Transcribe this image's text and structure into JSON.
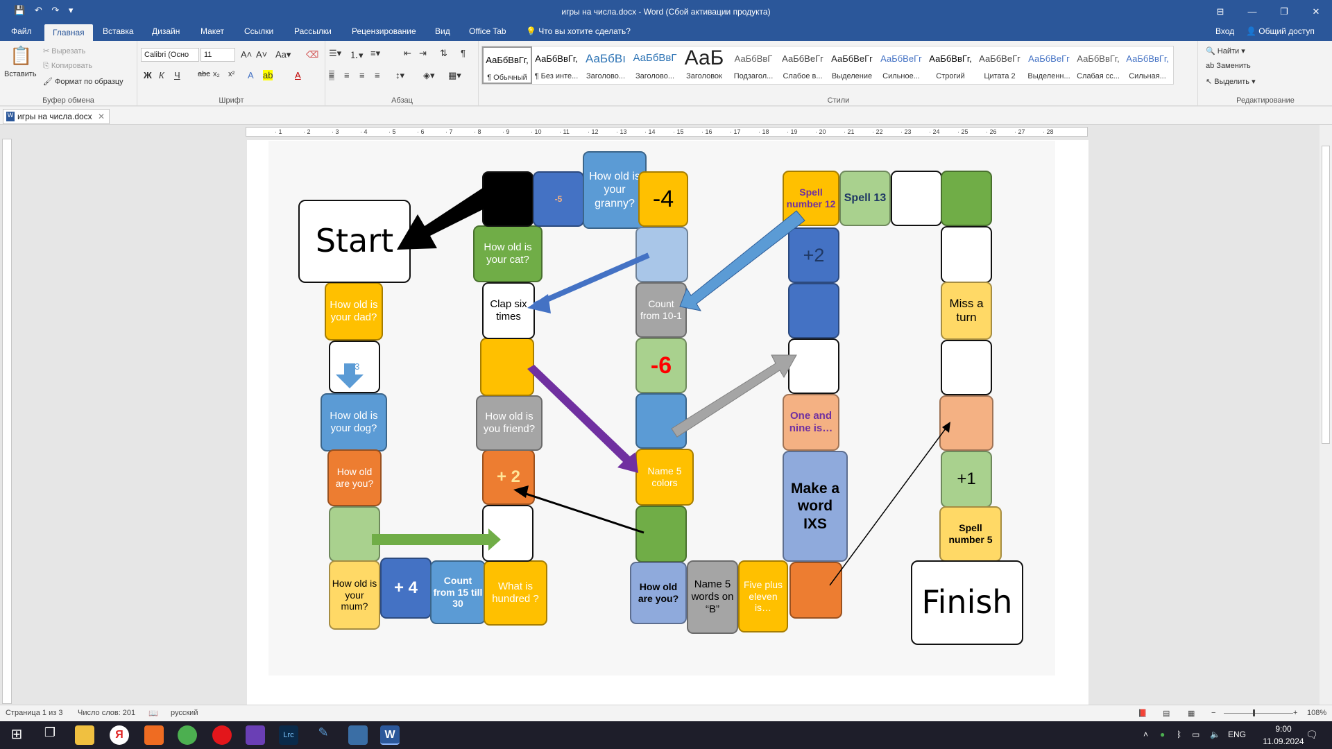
{
  "window": {
    "title": "игры на числа.docx - Word (Сбой активации продукта)",
    "controls": [
      "⊟",
      "—",
      "❐",
      "✕"
    ]
  },
  "ribbon_tabs": [
    "Файл",
    "Главная",
    "Вставка",
    "Дизайн",
    "Макет",
    "Ссылки",
    "Рассылки",
    "Рецензирование",
    "Вид",
    "Office Tab"
  ],
  "tell_me": "Что вы хотите сделать?",
  "signin": "Вход",
  "share": "Общий доступ",
  "clipboard": {
    "paste": "Вставить",
    "cut": "Вырезать",
    "copy": "Копировать",
    "format_painter": "Формат по образцу",
    "label": "Буфер обмена"
  },
  "font": {
    "name": "Calibri (Осно",
    "size": "11",
    "label": "Шрифт"
  },
  "paragraph_label": "Абзац",
  "styles": {
    "label": "Стили",
    "items": [
      {
        "preview": "АаБбВвГг,",
        "name": "¶ Обычный",
        "color": "#000000"
      },
      {
        "preview": "АаБбВвГг,",
        "name": "¶ Без инте...",
        "color": "#000000"
      },
      {
        "preview": "АаБбВı",
        "name": "Заголово...",
        "color": "#2e74b5"
      },
      {
        "preview": "АаБбВвГ",
        "name": "Заголово...",
        "color": "#2e74b5"
      },
      {
        "preview": "АаБ",
        "name": "Заголовок",
        "color": "#222222"
      },
      {
        "preview": "АаБбВвГ",
        "name": "Подзагол...",
        "color": "#595959"
      },
      {
        "preview": "АаБбВеГг",
        "name": "Слабое в...",
        "color": "#404040"
      },
      {
        "preview": "АаБбВеГг",
        "name": "Выделение",
        "color": "#222222"
      },
      {
        "preview": "АаБбВеГг",
        "name": "Сильное...",
        "color": "#4472c4"
      },
      {
        "preview": "АаБбВвГг,",
        "name": "Строгий",
        "color": "#000000"
      },
      {
        "preview": "АаБбВеГг",
        "name": "Цитата 2",
        "color": "#404040"
      },
      {
        "preview": "АаБбВеГг",
        "name": "Выделенн...",
        "color": "#4472c4"
      },
      {
        "preview": "АаБбВвГг,",
        "name": "Слабая сс...",
        "color": "#595959"
      },
      {
        "preview": "АаБбВвГг,",
        "name": "Сильная...",
        "color": "#4472c4"
      }
    ]
  },
  "editing": {
    "find": "Найти",
    "replace": "Заменить",
    "select": "Выделить",
    "label": "Редактирование"
  },
  "doc_tab": "игры на числа.docx",
  "status": {
    "page": "Страница 1 из 3",
    "words": "Число слов: 201",
    "lang": "русский",
    "zoom": "108%"
  },
  "taskbar": {
    "lang": "ENG",
    "time": "9:00",
    "date": "11.09.2024"
  },
  "board": {
    "start": "Start",
    "finish": "Finish",
    "cells": [
      {
        "id": "c01",
        "text": "How old is your dad?",
        "bg": "#ffc000",
        "fg": "#ffffff"
      },
      {
        "id": "c02",
        "text": "+3",
        "bg": "#ffffff",
        "fg": "#5b9bd5"
      },
      {
        "id": "c03",
        "text": "How old is your dog?",
        "bg": "#5b9bd5",
        "fg": "#ffffff"
      },
      {
        "id": "c04",
        "text": "How old are you?",
        "bg": "#ed7d31",
        "fg": "#ffffff"
      },
      {
        "id": "c05",
        "text": "",
        "bg": "#a9d18e",
        "fg": "#000000"
      },
      {
        "id": "c06",
        "text": "How old is your mum?",
        "bg": "#ffd966",
        "fg": "#000000"
      },
      {
        "id": "c07",
        "text": "+ 4",
        "bg": "#4472c4",
        "fg": "#ffffff"
      },
      {
        "id": "c08",
        "text": "Count from 15 till 30",
        "bg": "#5b9bd5",
        "fg": "#ffffff"
      },
      {
        "id": "c09",
        "text": "What is hundred ?",
        "bg": "#ffc000",
        "fg": "#ffffff"
      },
      {
        "id": "c10",
        "text": "",
        "bg": "#ffffff",
        "fg": "#000000"
      },
      {
        "id": "c11",
        "text": "+ 2",
        "bg": "#ed7d31",
        "fg": "#ffe699"
      },
      {
        "id": "c12",
        "text": "How old is you friend?",
        "bg": "#a5a5a5",
        "fg": "#ffffff"
      },
      {
        "id": "c13",
        "text": "",
        "bg": "#ffc000",
        "fg": "#000000"
      },
      {
        "id": "c14",
        "text": "Clap six times",
        "bg": "#ffffff",
        "fg": "#000000"
      },
      {
        "id": "c15",
        "text": "How old is your cat?",
        "bg": "#70ad47",
        "fg": "#ffffff"
      },
      {
        "id": "c16",
        "text": "",
        "bg": "#000000",
        "fg": "#ffffff"
      },
      {
        "id": "c17",
        "text": "-5",
        "bg": "#4472c4",
        "fg": "#f4b183"
      },
      {
        "id": "c18",
        "text": "How old is your granny?",
        "bg": "#5b9bd5",
        "fg": "#ffffff"
      },
      {
        "id": "c19",
        "text": "-4",
        "bg": "#ffc000",
        "fg": "#000000"
      },
      {
        "id": "c20",
        "text": "",
        "bg": "#a9c6e8",
        "fg": "#000000"
      },
      {
        "id": "c21",
        "text": "Count from 10-1",
        "bg": "#a5a5a5",
        "fg": "#ffffff"
      },
      {
        "id": "c22",
        "text": "-6",
        "bg": "#a9d18e",
        "fg": "#ff0000"
      },
      {
        "id": "c23",
        "text": "",
        "bg": "#5b9bd5",
        "fg": "#000000"
      },
      {
        "id": "c24",
        "text": "Name 5 colors",
        "bg": "#ffc000",
        "fg": "#ffffff"
      },
      {
        "id": "c25",
        "text": "",
        "bg": "#70ad47",
        "fg": "#000000"
      },
      {
        "id": "c26",
        "text": "How old are you?",
        "bg": "#8faadc",
        "fg": "#000000"
      },
      {
        "id": "c27",
        "text": "Name 5 words on “B”",
        "bg": "#a5a5a5",
        "fg": "#000000"
      },
      {
        "id": "c28",
        "text": "Five plus eleven is…",
        "bg": "#ffc000",
        "fg": "#ffffff"
      },
      {
        "id": "c29",
        "text": "",
        "bg": "#ed7d31",
        "fg": "#000000"
      },
      {
        "id": "c30",
        "text": "Make a word IXS",
        "bg": "#8faadc",
        "fg": "#000000"
      },
      {
        "id": "c31",
        "text": "One and nine is…",
        "bg": "#f4b183",
        "fg": "#7030a0"
      },
      {
        "id": "c32",
        "text": "",
        "bg": "#ffffff",
        "fg": "#000000"
      },
      {
        "id": "c33",
        "text": "",
        "bg": "#4472c4",
        "fg": "#000000"
      },
      {
        "id": "c34",
        "text": "+2",
        "bg": "#4472c4",
        "fg": "#1f3864"
      },
      {
        "id": "c35",
        "text": "Spell number 12",
        "bg": "#ffc000",
        "fg": "#7030a0"
      },
      {
        "id": "c36",
        "text": "Spell 13",
        "bg": "#a9d18e",
        "fg": "#1f3864"
      },
      {
        "id": "c37",
        "text": "",
        "bg": "#ffffff",
        "fg": "#000000"
      },
      {
        "id": "c38",
        "text": "",
        "bg": "#70ad47",
        "fg": "#000000"
      },
      {
        "id": "c39",
        "text": "",
        "bg": "#ffffff",
        "fg": "#000000"
      },
      {
        "id": "c40",
        "text": "Miss a turn",
        "bg": "#ffd966",
        "fg": "#000000"
      },
      {
        "id": "c41",
        "text": "",
        "bg": "#ffffff",
        "fg": "#000000"
      },
      {
        "id": "c42",
        "text": "",
        "bg": "#f4b183",
        "fg": "#000000"
      },
      {
        "id": "c43",
        "text": "+1",
        "bg": "#a9d18e",
        "fg": "#000000"
      },
      {
        "id": "c44",
        "text": "Spell number 5",
        "bg": "#ffd966",
        "fg": "#000000"
      }
    ]
  }
}
